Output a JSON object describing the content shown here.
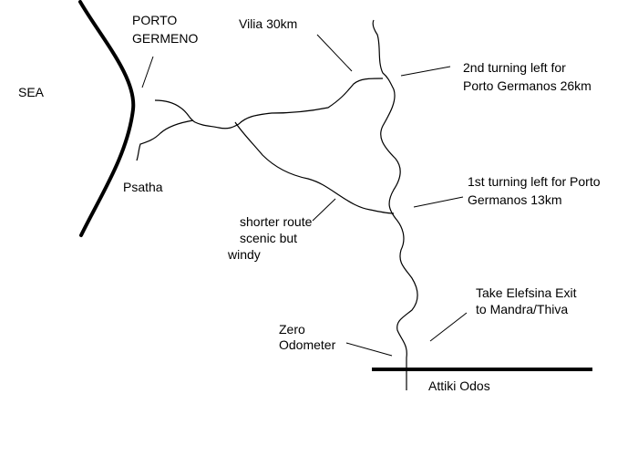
{
  "colors": {
    "background": "#ffffff",
    "ink": "#000000"
  },
  "labels": {
    "sea": "SEA",
    "porto_germeno": [
      "PORTO",
      "GERMENO"
    ],
    "psatha": "Psatha",
    "vilia": "Vilia 30km",
    "second_turning": [
      "2nd turning left for",
      "Porto Germanos 26km"
    ],
    "first_turning": [
      "1st turning left for Porto",
      "Germanos 13km"
    ],
    "shorter_route": [
      "shorter route",
      "scenic but",
      "windy"
    ],
    "elefsina_exit": [
      "Take Elefsina Exit",
      "to Mandra/Thiva"
    ],
    "zero_odometer": [
      "Zero",
      "Odometer"
    ],
    "attiki_odos": "Attiki Odos"
  }
}
